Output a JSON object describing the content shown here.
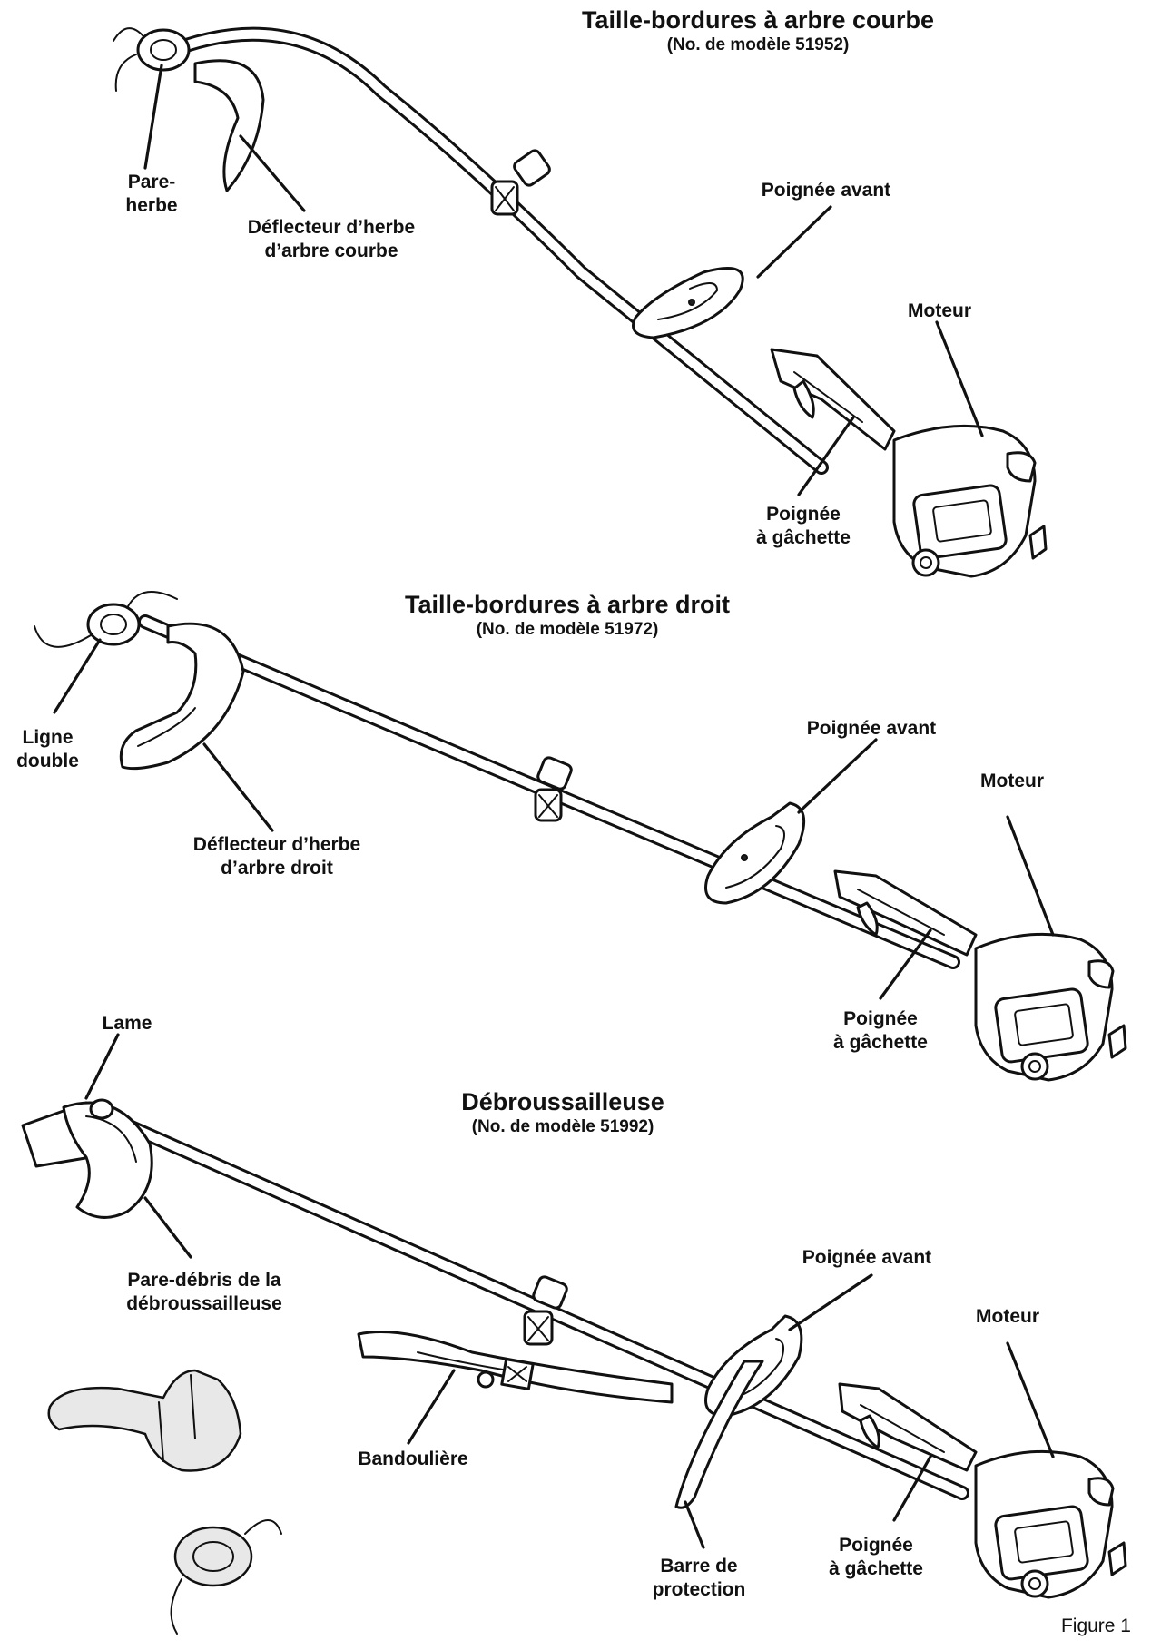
{
  "trimmers": [
    {
      "title": "Taille-bordures à arbre courbe",
      "model": "(No. de modèle 51952)",
      "labels": {
        "guard": "Pare-\nherbe",
        "deflector": "Déflecteur d’herbe\nd’arbre courbe",
        "front_handle": "Poignée avant",
        "engine": "Moteur",
        "trigger_handle": "Poignée\nà gâchette"
      }
    },
    {
      "title": "Taille-bordures à arbre droit",
      "model": "(No. de modèle 51972)",
      "labels": {
        "double_line": "Ligne\ndouble",
        "deflector": "Déflecteur d’herbe\nd’arbre droit",
        "front_handle": "Poignée avant",
        "engine": "Moteur",
        "trigger_handle": "Poignée\nà gâchette"
      }
    },
    {
      "title": "Débroussailleuse",
      "model": "(No. de modèle 51992)",
      "labels": {
        "blade": "Lame",
        "debris_shield": "Pare-débris de la\ndébroussailleuse",
        "front_handle": "Poignée avant",
        "engine": "Moteur",
        "shoulder_strap": "Bandoulière",
        "protection_bar": "Barre de\nprotection",
        "trigger_handle": "Poignée\nà gâchette"
      }
    }
  ],
  "figure_label": "Figure 1"
}
